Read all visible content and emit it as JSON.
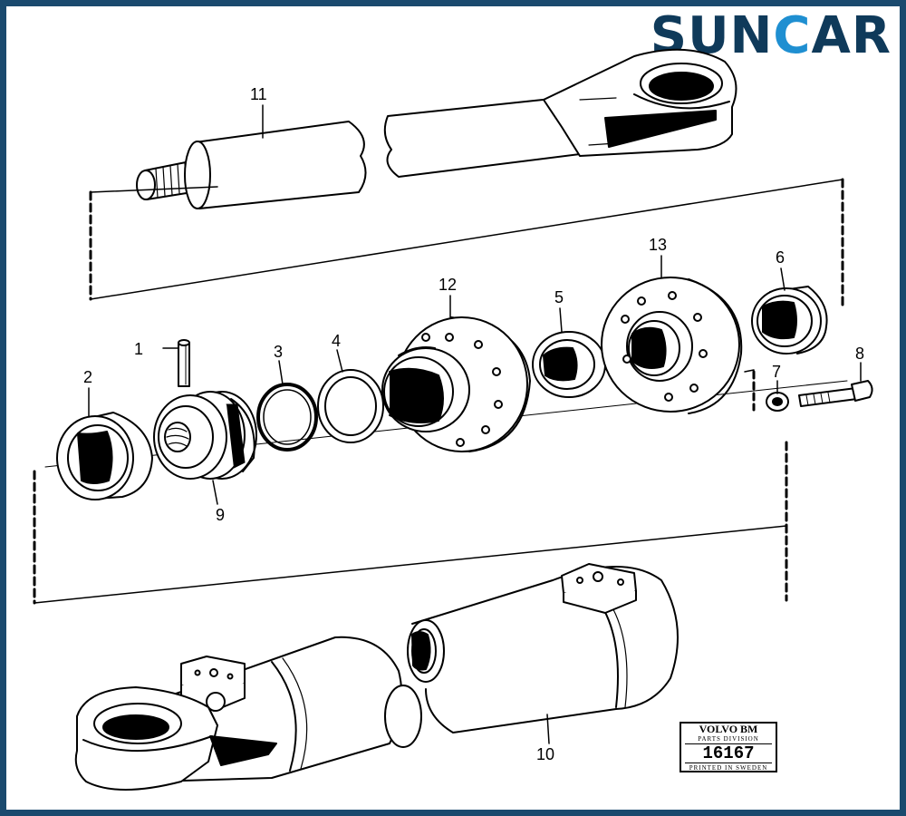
{
  "logo": {
    "part1": "SUN",
    "part2": "C",
    "part3": "AR"
  },
  "callouts": {
    "n1": "1",
    "n2": "2",
    "n3": "3",
    "n4": "4",
    "n5": "5",
    "n6": "6",
    "n7": "7",
    "n8": "8",
    "n9": "9",
    "n10": "10",
    "n11": "11",
    "n12": "12",
    "n13": "13"
  },
  "stamp": {
    "brand": "VOLVO BM",
    "division": "PARTS DIVISION",
    "number": "16167",
    "printed": "PRINTED IN SWEDEN"
  },
  "colors": {
    "frame": "#1a4a6e",
    "logo_dark": "#0f3a5a",
    "logo_accent": "#1f8fd1"
  }
}
